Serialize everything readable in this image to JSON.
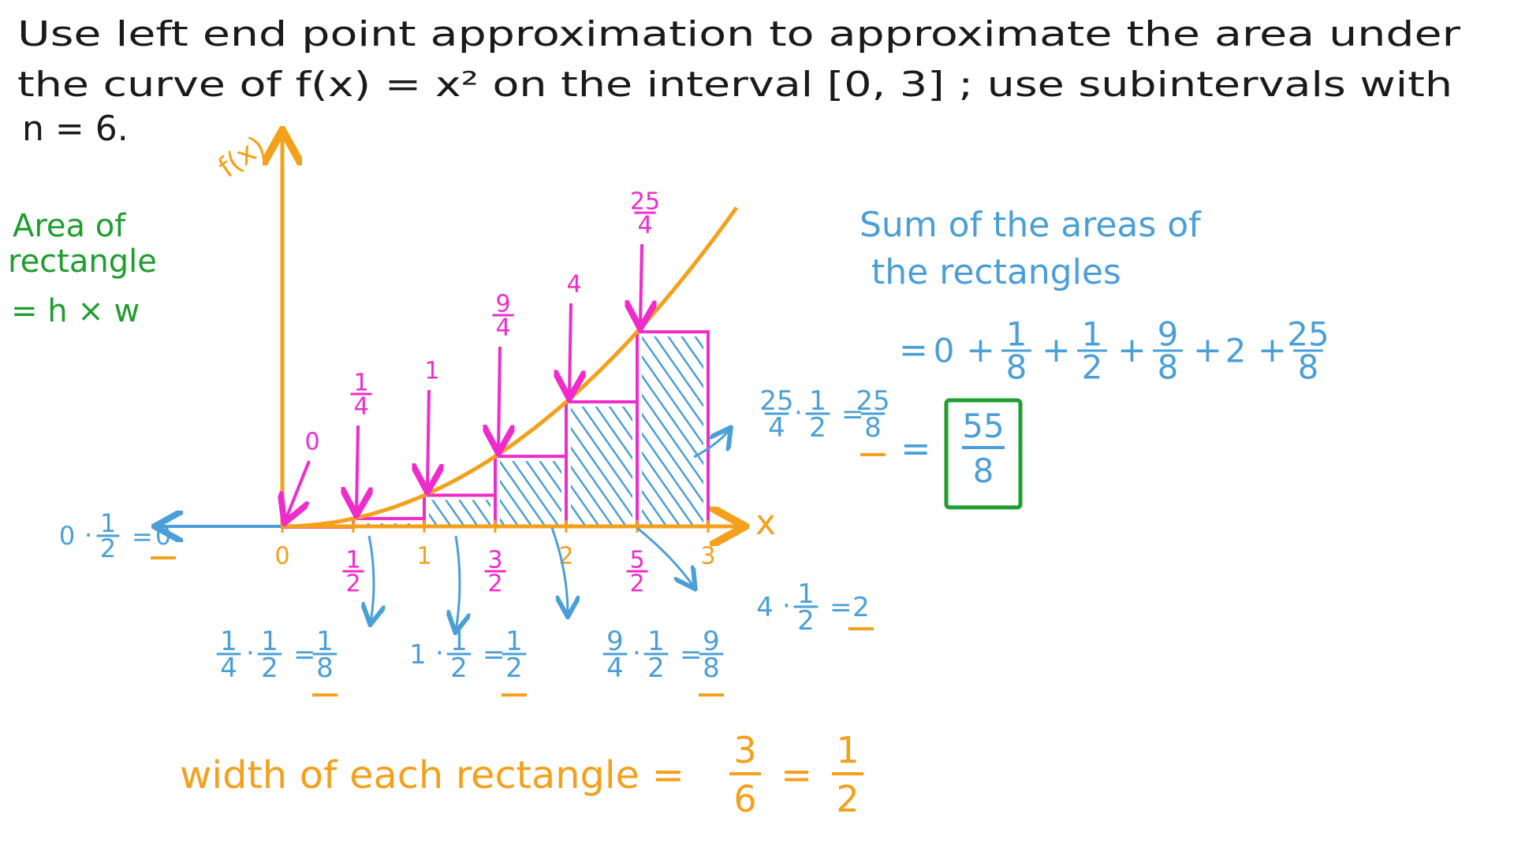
{
  "problem": {
    "line1": "Use left end point approximation to approximate the area under",
    "line2": "the curve of  f(x) = x²  on the interval [0, 3] ; use subintervals with",
    "line3": "n = 6."
  },
  "axes": {
    "y_label": "f(x)",
    "x_label": "x",
    "x_ticks": [
      {
        "num": "0",
        "den": ""
      },
      {
        "num": "1",
        "den": "2"
      },
      {
        "num": "1",
        "den": ""
      },
      {
        "num": "3",
        "den": "2"
      },
      {
        "num": "2",
        "den": ""
      },
      {
        "num": "5",
        "den": "2"
      },
      {
        "num": "3",
        "den": ""
      }
    ]
  },
  "heights": [
    {
      "num": "0",
      "den": ""
    },
    {
      "num": "1",
      "den": "4"
    },
    {
      "num": "1",
      "den": ""
    },
    {
      "num": "9",
      "den": "4"
    },
    {
      "num": "4",
      "den": ""
    },
    {
      "num": "25",
      "den": "4"
    }
  ],
  "area_rule": {
    "line1": "Area of",
    "line2": "rectangle",
    "line3": "= h × w"
  },
  "rect_areas": [
    {
      "a_num": "0",
      "a_den": "",
      "b_num": "1",
      "b_den": "2",
      "r_num": "0",
      "r_den": ""
    },
    {
      "a_num": "1",
      "a_den": "4",
      "b_num": "1",
      "b_den": "2",
      "r_num": "1",
      "r_den": "8"
    },
    {
      "a_num": "1",
      "a_den": "",
      "b_num": "1",
      "b_den": "2",
      "r_num": "1",
      "r_den": "2"
    },
    {
      "a_num": "9",
      "a_den": "4",
      "b_num": "1",
      "b_den": "2",
      "r_num": "9",
      "r_den": "8"
    },
    {
      "a_num": "4",
      "a_den": "",
      "b_num": "1",
      "b_den": "2",
      "r_num": "2",
      "r_den": ""
    },
    {
      "a_num": "25",
      "a_den": "4",
      "b_num": "1",
      "b_den": "2",
      "r_num": "25",
      "r_den": "8"
    }
  ],
  "sum_block": {
    "title1": "Sum of the areas of",
    "title2": "the rectangles",
    "eq": "=",
    "terms": [
      {
        "num": "0",
        "den": ""
      },
      {
        "num": "1",
        "den": "8"
      },
      {
        "num": "1",
        "den": "2"
      },
      {
        "num": "9",
        "den": "8"
      },
      {
        "num": "2",
        "den": ""
      },
      {
        "num": "25",
        "den": "8"
      }
    ],
    "plus": "+",
    "result_num": "55",
    "result_den": "8"
  },
  "width_line": {
    "label": "width of each rectangle =",
    "frac1_num": "3",
    "frac1_den": "6",
    "eq": "=",
    "frac2_num": "1",
    "frac2_den": "2"
  },
  "colors": {
    "ink": "#1a1a1a",
    "orange": "#f5a01a",
    "magenta": "#f02bcc",
    "blue": "#4a9fd8",
    "green": "#1e9e2e"
  }
}
